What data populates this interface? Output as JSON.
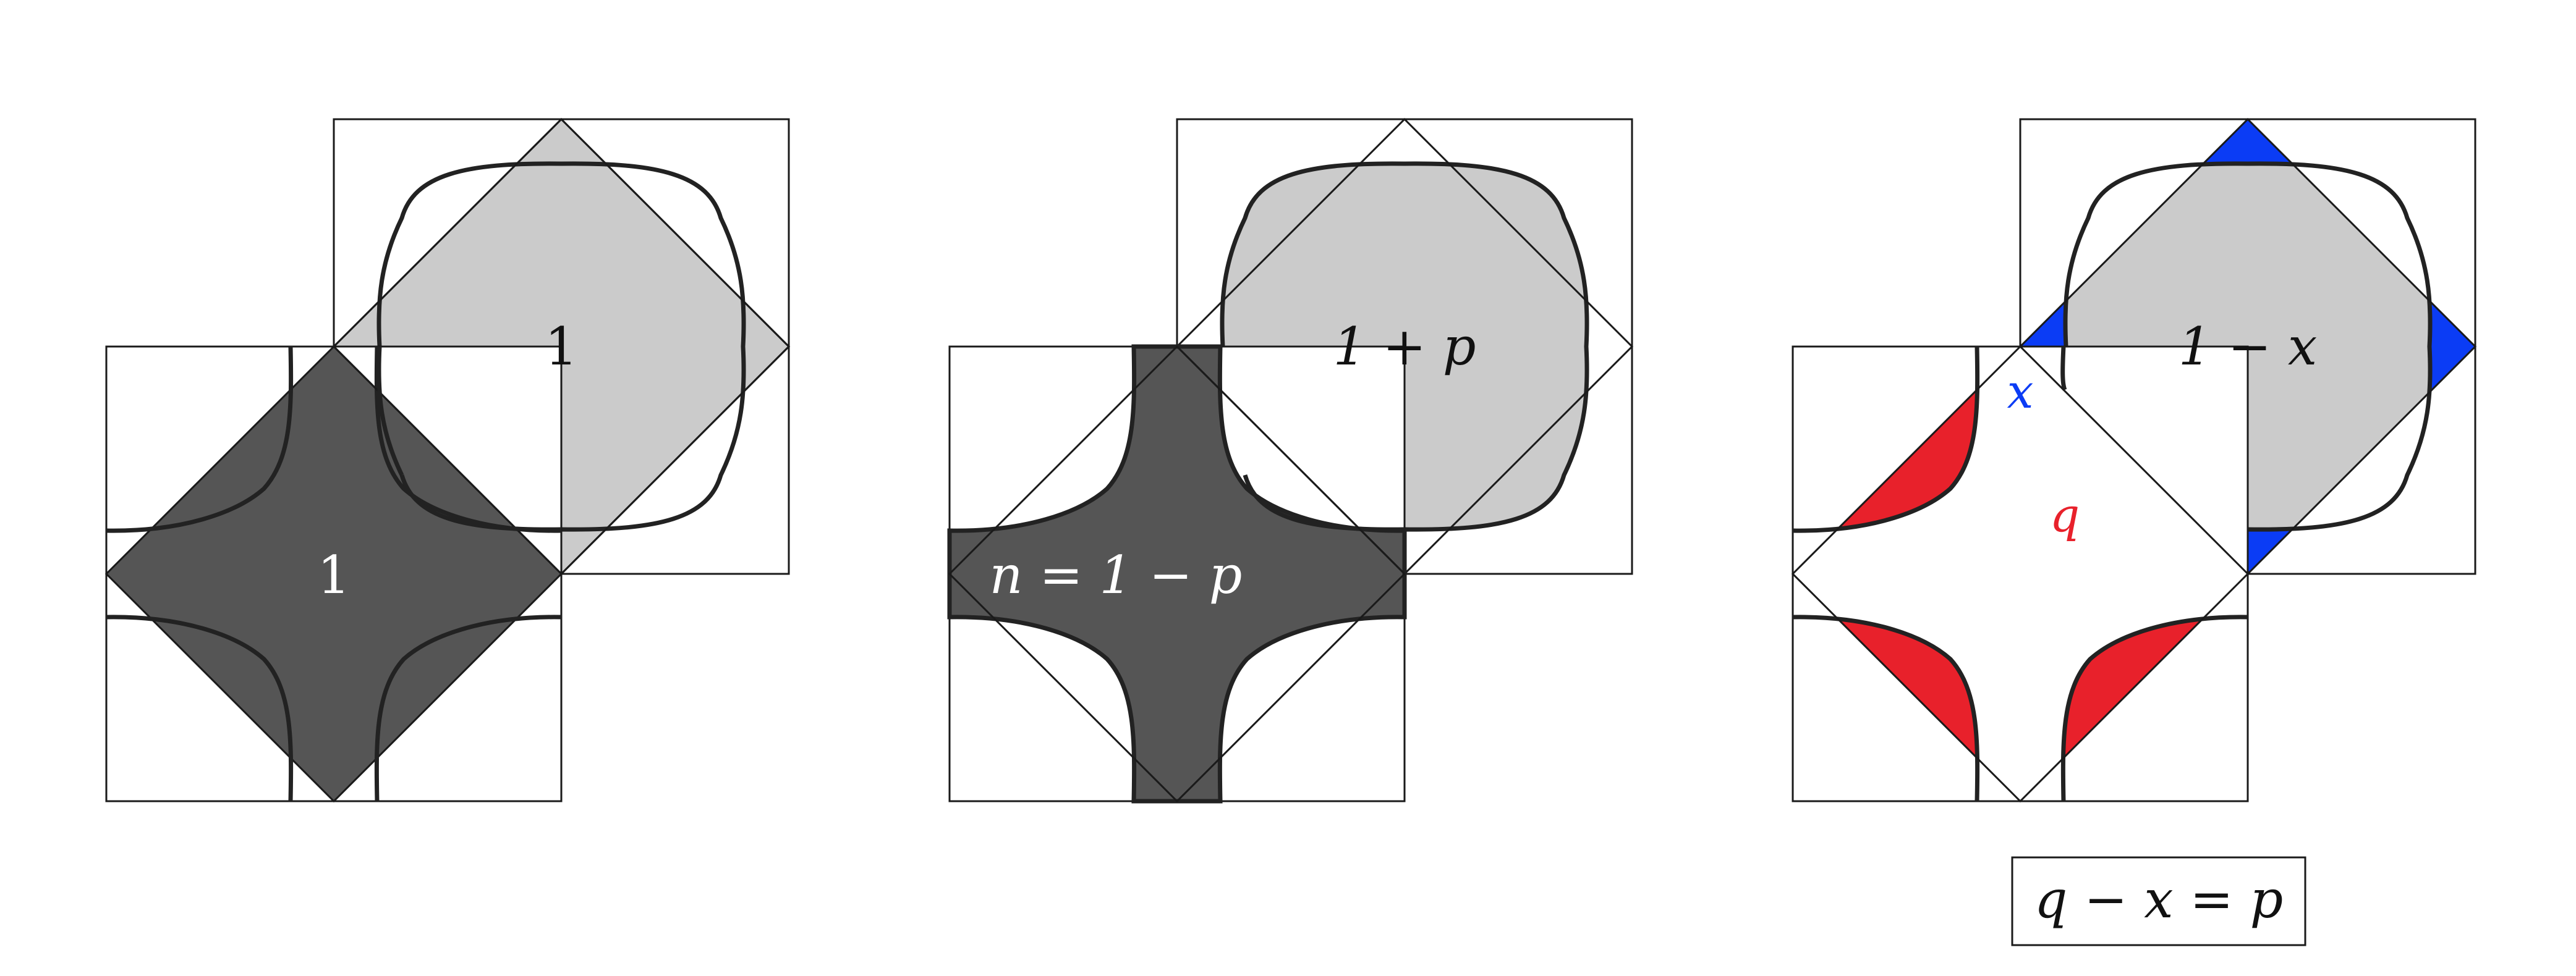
{
  "colors": {
    "dark": "#555555",
    "light": "#cbcbcb",
    "red": "#e8212b",
    "blue": "#0b3cf5",
    "line": "#1a1a1a",
    "white_text": "#ffffff"
  },
  "panels": [
    {
      "id": "left",
      "label_bottom": "1",
      "label_top": "1"
    },
    {
      "id": "middle",
      "label_bottom": "n = 1 − p",
      "label_top": "1 + p"
    },
    {
      "id": "right",
      "label_top": "1 − x",
      "label_x": "x",
      "label_q": "q",
      "equation": "q − x = p"
    }
  ]
}
